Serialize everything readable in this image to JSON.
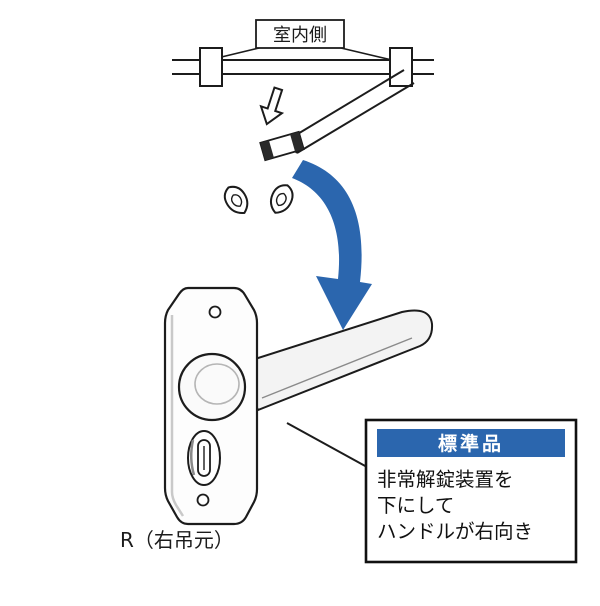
{
  "diagram": {
    "top_label": "室内側",
    "caption": "R（右吊元）",
    "callout": {
      "header": "標準品",
      "lines": [
        "非常解錠装置を",
        "下にして",
        "ハンドルが右向き"
      ]
    }
  },
  "colors": {
    "accent_blue": "#2b66ae",
    "ink": "#1c1c1c",
    "paper": "#ffffff",
    "shade": "#ededed"
  },
  "icons": {
    "down_arrow": "insertion-direction-arrow-icon",
    "curved_arrow": "assembly-direction-arrow-icon",
    "spindle": "spindle-shaft",
    "clip": "spindle-clip",
    "screws": "mounting-screw-caps",
    "handle": "lever-handle-assembly"
  }
}
